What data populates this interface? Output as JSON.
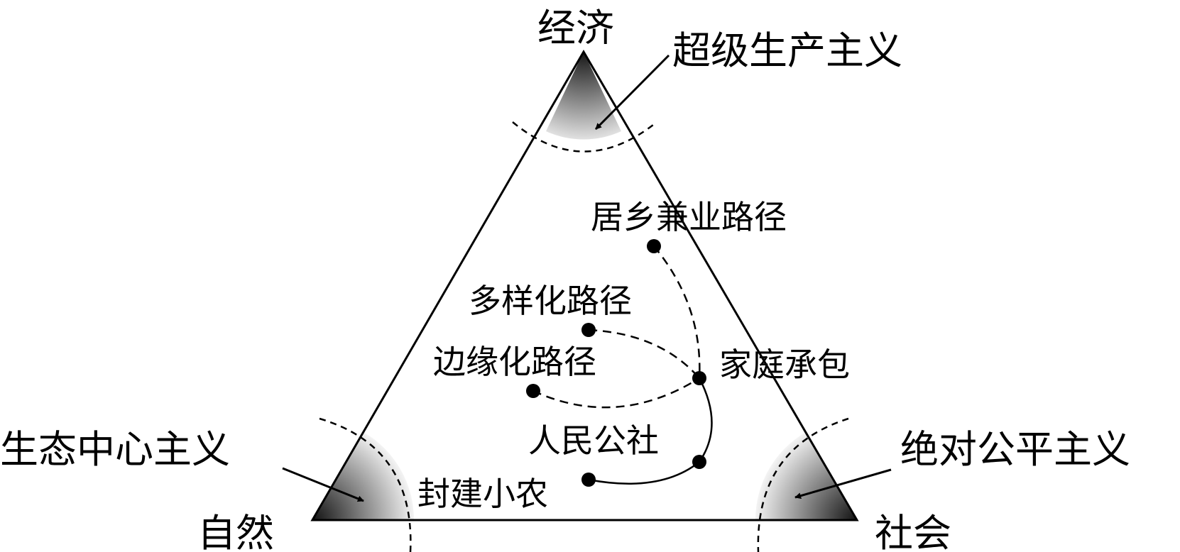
{
  "vertices": {
    "economy": "经济",
    "nature": "自然",
    "society": "社会"
  },
  "extremes": {
    "super_productivism": "超级生产主义",
    "ecocentrism": "生态中心主义",
    "absolute_egalitarianism": "绝对公平主义"
  },
  "paths": {
    "residence_part_time": "居乡兼业路径",
    "diversification": "多样化路径",
    "marginalization": "边缘化路径"
  },
  "stages": {
    "household_contract": "家庭承包",
    "peoples_commune": "人民公社",
    "feudal_smallholder": "封建小农"
  },
  "colors": {
    "ink": "#000000",
    "shade_dark": "#111111",
    "shade_light": "#ffffff"
  }
}
